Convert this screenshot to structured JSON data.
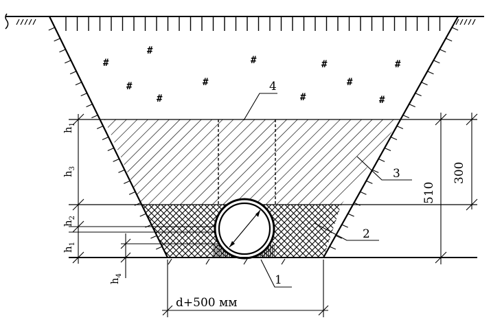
{
  "labels": {
    "part1": "1",
    "part2": "2",
    "part3": "3",
    "part4": "4",
    "width": "d+500 мм",
    "dim_300": "300",
    "dim_510": "510",
    "h1_upper": "h",
    "h1_upper_sub": "1",
    "h3": "h",
    "h3_sub": "3",
    "h2": "h",
    "h2_sub": "2",
    "h1_lower": "h",
    "h1_lower_sub": "1",
    "h4": "h",
    "h4_sub": "4"
  }
}
